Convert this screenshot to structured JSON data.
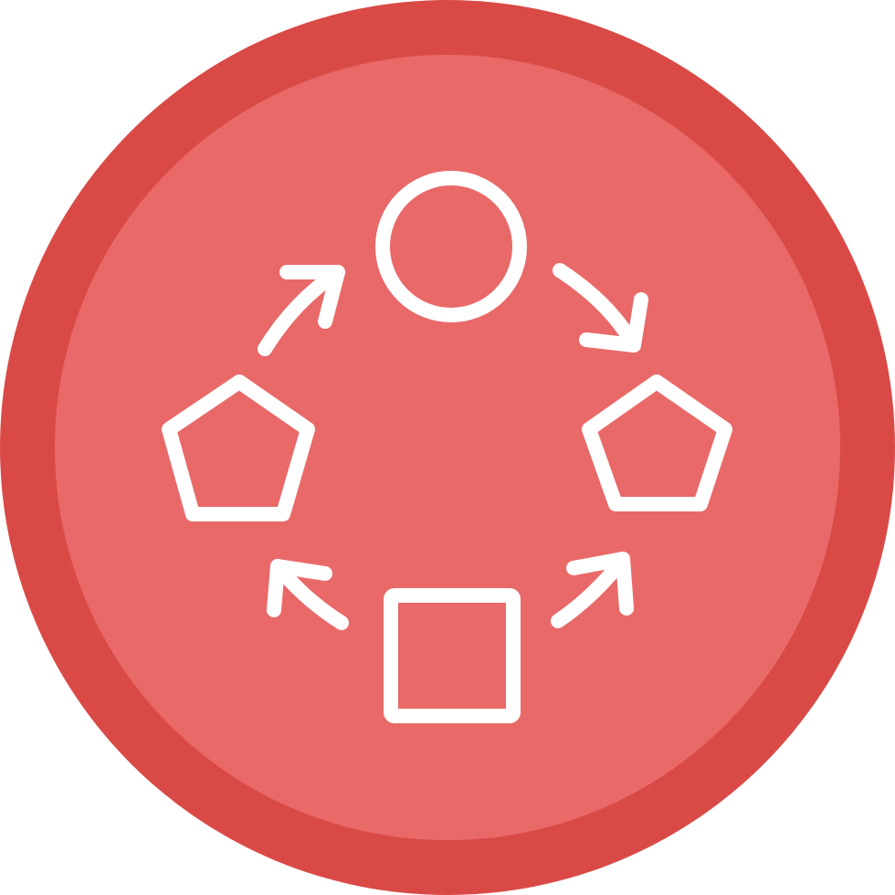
{
  "icon": {
    "name": "cycle-process-icon",
    "colors": {
      "outer_ring": "#D94A47",
      "inner_disc": "#E96969",
      "stroke": "#FFFFFF"
    },
    "shapes": [
      "circle",
      "pentagon",
      "square",
      "pentagon"
    ],
    "arrows": [
      "clockwise",
      "clockwise",
      "clockwise",
      "clockwise"
    ]
  }
}
